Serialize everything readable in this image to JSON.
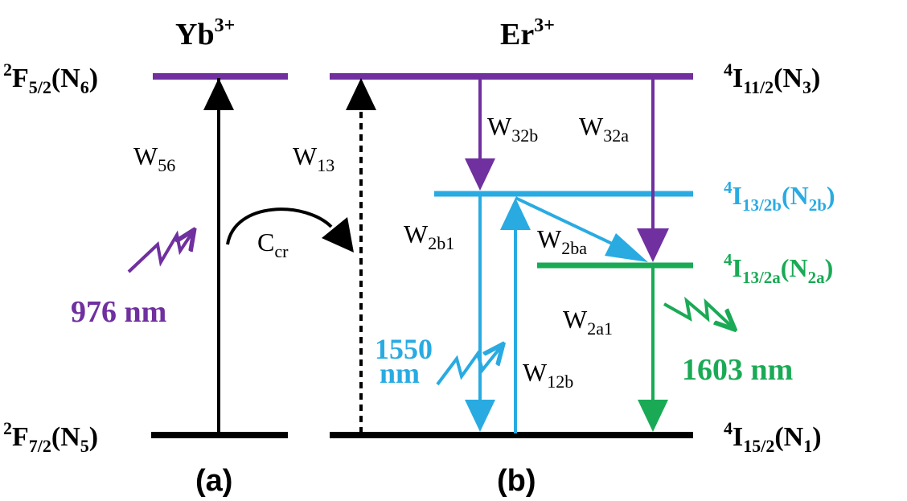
{
  "colors": {
    "black": "#000000",
    "purple": "#7030a0",
    "cyan": "#29abe2",
    "green": "#1aaa55"
  },
  "species": {
    "yb": {
      "base": "Yb",
      "sup": "3+"
    },
    "er": {
      "base": "Er",
      "sup": "3+"
    }
  },
  "levels": {
    "yb_upper": {
      "pre": "2",
      "main": "F",
      "sub": "5/2",
      "paren_open": "(N",
      "paren_sub": "6",
      "paren_close": ")"
    },
    "yb_lower": {
      "pre": "2",
      "main": "F",
      "sub": "7/2",
      "paren_open": "(N",
      "paren_sub": "5",
      "paren_close": ")"
    },
    "er_n3": {
      "pre": "4",
      "main": "I",
      "sub": "11/2",
      "paren_open": "(N",
      "paren_sub": "3",
      "paren_close": ")"
    },
    "er_n2b": {
      "pre": "4",
      "main": "I",
      "sub": "13/2b",
      "paren_open": "(N",
      "paren_sub": "2b",
      "paren_close": ")"
    },
    "er_n2a": {
      "pre": "4",
      "main": "I",
      "sub": "13/2a",
      "paren_open": "(N",
      "paren_sub": "2a",
      "paren_close": ")"
    },
    "er_n1": {
      "pre": "4",
      "main": "I",
      "sub": "15/2",
      "paren_open": "(N",
      "paren_sub": "1",
      "paren_close": ")"
    }
  },
  "rates": {
    "w56": {
      "main": "W",
      "sub": "56"
    },
    "w13": {
      "main": "W",
      "sub": "13"
    },
    "w32b": {
      "main": "W",
      "sub": "32b"
    },
    "w32a": {
      "main": "W",
      "sub": "32a"
    },
    "w2b1": {
      "main": "W",
      "sub": "2b1"
    },
    "w2ba": {
      "main": "W",
      "sub": "2ba"
    },
    "w2a1": {
      "main": "W",
      "sub": "2a1"
    },
    "w12b": {
      "main": "W",
      "sub": "12b"
    },
    "ccr": {
      "main": "C",
      "sub": "cr"
    }
  },
  "wavelengths": {
    "pump": "976 nm",
    "em1550_line1": "1550",
    "em1550_line2": "nm",
    "em1603": "1603 nm"
  },
  "panels": {
    "a": "(a)",
    "b": "(b)"
  }
}
